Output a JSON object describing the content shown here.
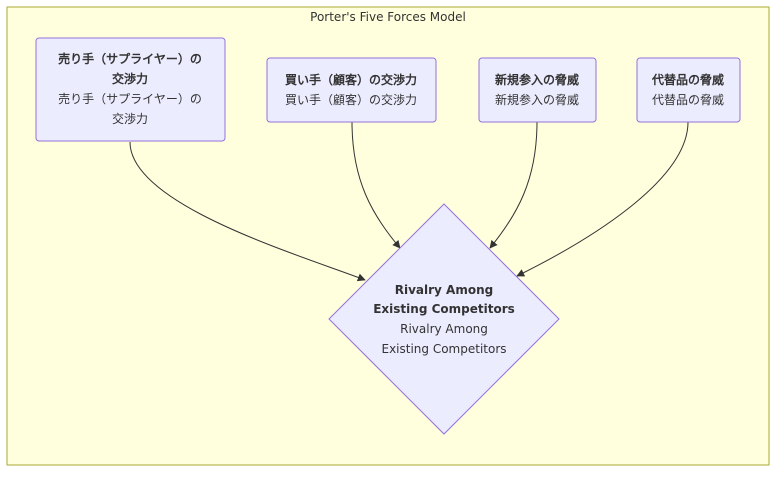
{
  "diagram": {
    "title": "Porter's Five Forces Model",
    "nodes": {
      "supplier": {
        "title_line1": "売り手（サプライヤー）の",
        "title_line2": "交渉力",
        "label_line1": "売り手（サプライヤー）の",
        "label_line2": "交渉力"
      },
      "buyer": {
        "title": "買い手（顧客）の交渉力",
        "label": "買い手（顧客）の交渉力"
      },
      "new_entrants": {
        "title": "新規参入の脅威",
        "label": "新規参入の脅威"
      },
      "substitutes": {
        "title": "代替品の脅威",
        "label": "代替品の脅威"
      },
      "rivalry": {
        "title_line1": "Rivalry Among",
        "title_line2": "Existing Competitors",
        "label_line1": "Rivalry Among",
        "label_line2": "Existing Competitors"
      }
    },
    "colors": {
      "cluster_fill": "#FFFFDE",
      "cluster_stroke": "#AAAA33",
      "node_fill": "#ECECFF",
      "node_stroke": "#9370DB",
      "edge": "#333333",
      "text": "#333333"
    }
  }
}
